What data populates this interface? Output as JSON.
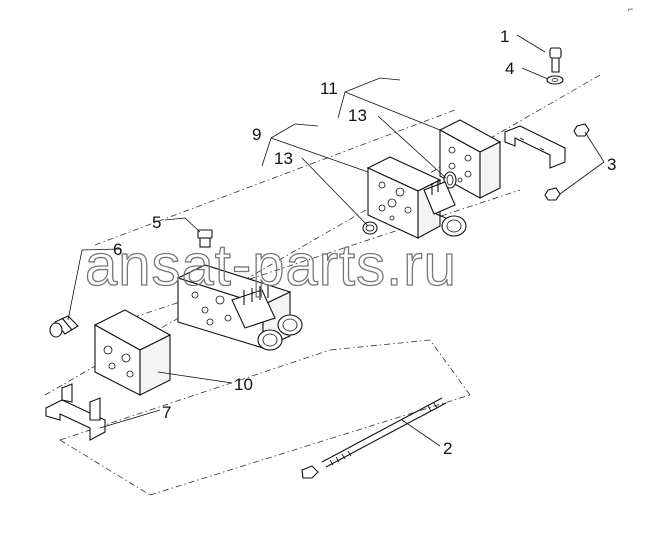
{
  "corner_mark": "⌐",
  "watermark": "ansat-parts.ru",
  "callouts": [
    {
      "id": "1",
      "label": "1"
    },
    {
      "id": "4",
      "label": "4"
    },
    {
      "id": "11",
      "label": "11"
    },
    {
      "id": "13a",
      "label": "13"
    },
    {
      "id": "9",
      "label": "9"
    },
    {
      "id": "13b",
      "label": "13"
    },
    {
      "id": "3",
      "label": "3"
    },
    {
      "id": "5",
      "label": "5"
    },
    {
      "id": "6",
      "label": "6"
    },
    {
      "id": "10",
      "label": "10"
    },
    {
      "id": "7",
      "label": "7"
    },
    {
      "id": "2",
      "label": "2"
    }
  ]
}
